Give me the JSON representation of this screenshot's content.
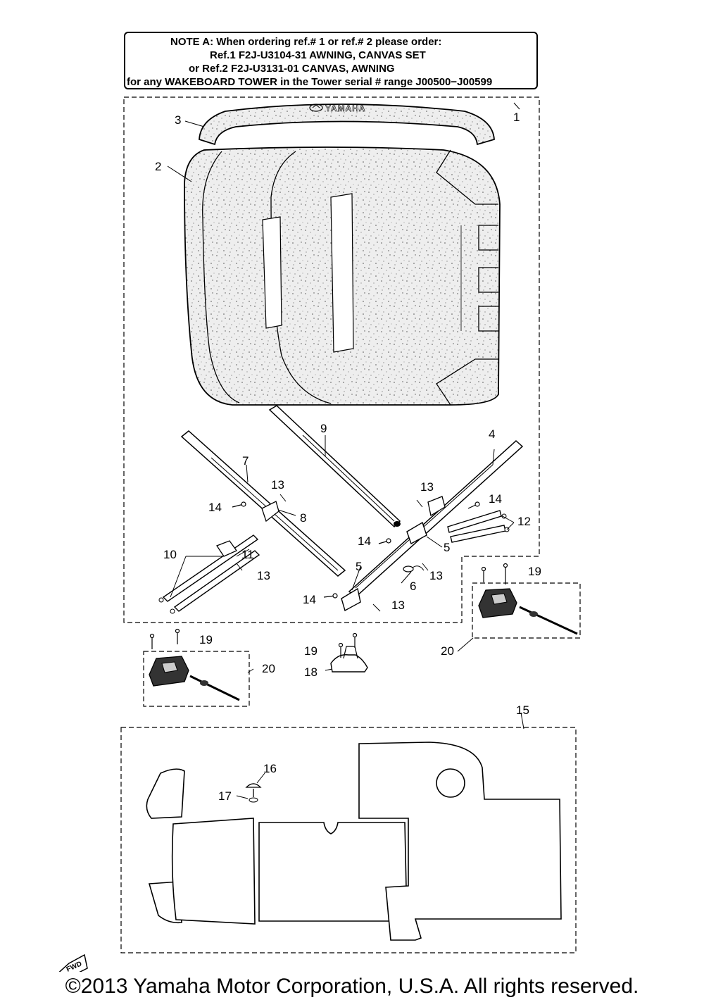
{
  "note": {
    "line1": "NOTE A: When ordering ref.# 1 or ref.# 2 please order:",
    "line2": "Ref.1   F2J-U3104-31 AWNING, CANVAS SET",
    "line3": "or   Ref.2   F2J-U3131-01 CANVAS, AWNING",
    "line4": "for any WAKEBOARD TOWER in the Tower serial # range J00500−J00599"
  },
  "brand": "YAMAHA",
  "fwd_label": "FWD",
  "callouts": {
    "c1": "1",
    "c2": "2",
    "c3": "3",
    "c4": "4",
    "c5a": "5",
    "c5b": "5",
    "c6": "6",
    "c7": "7",
    "c8": "8",
    "c9": "9",
    "c10": "10",
    "c11": "11",
    "c12": "12",
    "c13a": "13",
    "c13b": "13",
    "c13c": "13",
    "c13d": "13",
    "c13e": "13",
    "c14a": "14",
    "c14b": "14",
    "c14c": "14",
    "c14d": "14",
    "c15": "15",
    "c16": "16",
    "c17": "17",
    "c18": "18",
    "c19a": "19",
    "c19b": "19",
    "c19c": "19",
    "c20a": "20",
    "c20b": "20"
  },
  "copyright": "©2013 Yamaha Motor Corporation, U.S.A. All rights reserved."
}
